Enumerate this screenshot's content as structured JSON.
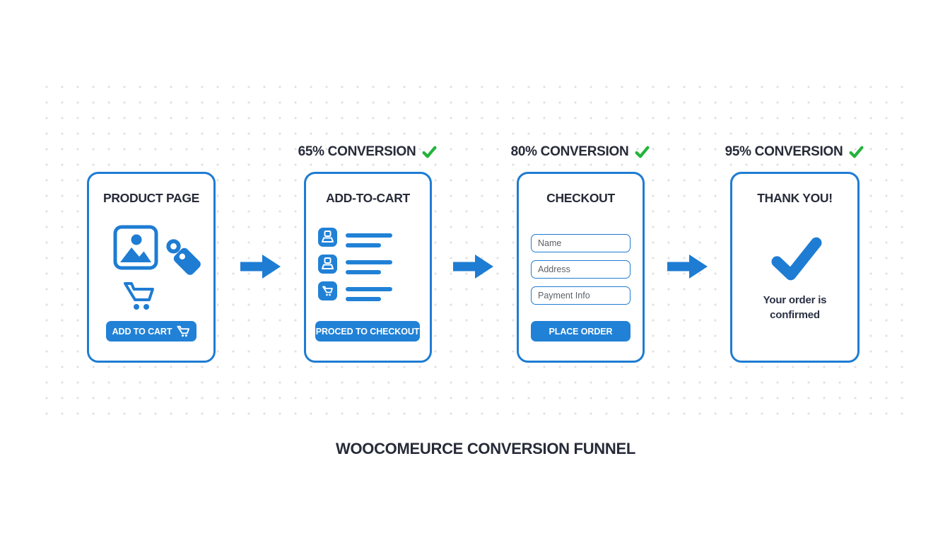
{
  "colors": {
    "primary_blue": "#1e7cd3",
    "button_blue": "#2181d6",
    "dark_text": "#272b38",
    "check_green": "#23b33a",
    "placeholder_gray": "#5d6166",
    "dot_gray": "#e2e2e2"
  },
  "icons": {
    "check_glyph": "✓",
    "arrow_glyph": "→"
  },
  "conversions": {
    "add_to_cart": "65% CONVERSION",
    "checkout": "80% CONVERSION",
    "thank_you": "95% CONVERSION"
  },
  "stages": {
    "product_page": {
      "title": "PRODUCT PAGE",
      "button": "ADD TO CART"
    },
    "add_to_cart": {
      "title": "ADD-TO-CART",
      "button": "PROCED TO CHECKOUT"
    },
    "checkout": {
      "title": "CHECKOUT",
      "fields": {
        "name": "Name",
        "address": "Address",
        "payment": "Payment Info"
      },
      "button": "PLACE ORDER"
    },
    "thank_you": {
      "title": "THANK YOU!",
      "message": "Your order is confirmed"
    }
  },
  "footer": {
    "title": "WOOCOMEURCE CONVERSION FUNNEL"
  }
}
